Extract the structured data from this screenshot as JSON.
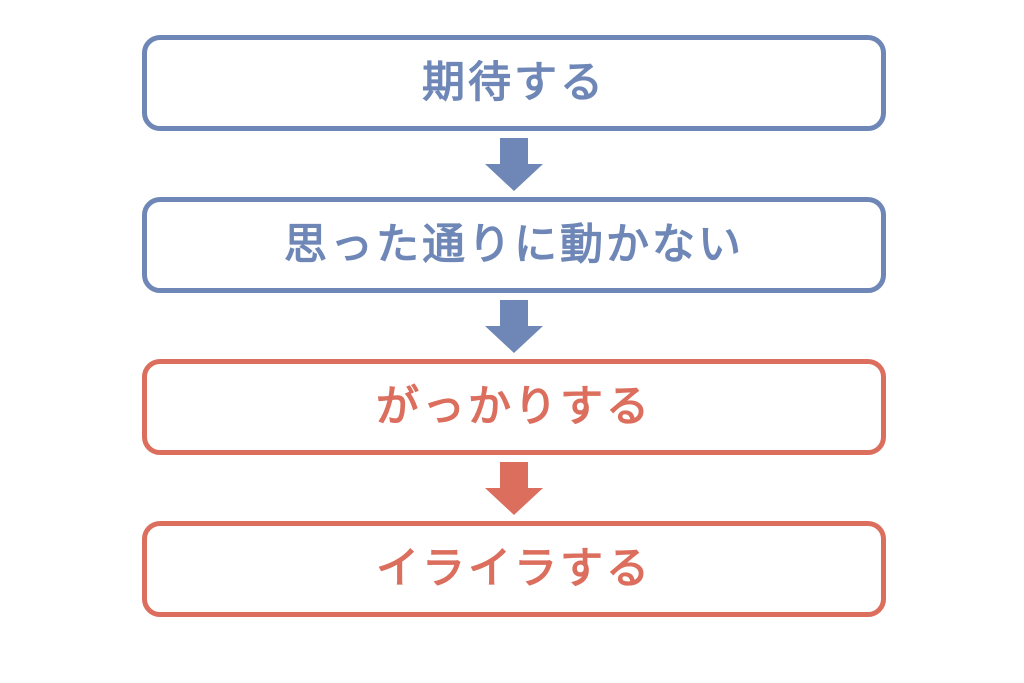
{
  "colors": {
    "blue": "#6e87b7",
    "red": "#dc6e5e",
    "background": "#ffffff"
  },
  "flowchart": {
    "type": "vertical-flow",
    "steps": [
      {
        "label": "期待する",
        "color": "blue"
      },
      {
        "label": "思った通りに動かない",
        "color": "blue"
      },
      {
        "label": "がっかりする",
        "color": "red"
      },
      {
        "label": "イライラする",
        "color": "red"
      }
    ],
    "arrows": [
      {
        "from": 0,
        "to": 1,
        "direction": "down",
        "color": "blue"
      },
      {
        "from": 1,
        "to": 2,
        "direction": "down",
        "color": "blue"
      },
      {
        "from": 2,
        "to": 3,
        "direction": "down",
        "color": "red"
      }
    ]
  }
}
